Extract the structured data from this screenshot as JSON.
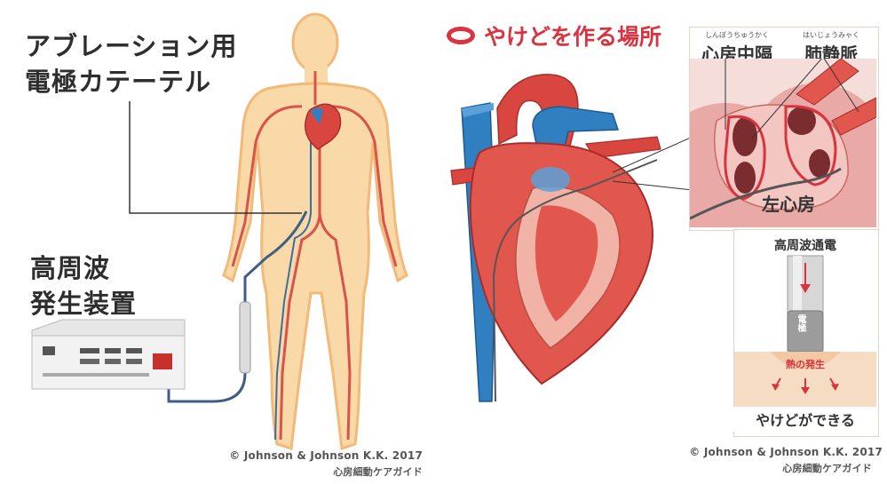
{
  "left": {
    "catheter_label_line1": "アブレーション用",
    "catheter_label_line2": "電極カテーテル",
    "generator_label_line1": "高周波",
    "generator_label_line2": "発生装置",
    "credit_line1": "© Johnson & Johnson K.K. 2017",
    "credit_line2": "心房細動ケアガイド"
  },
  "right": {
    "title": "やけどを作る場所",
    "septum_label": "心房中隔",
    "septum_ruby": "しんぼうちゅうかく",
    "pv_label": "肺静脈",
    "pv_ruby": "はいじょうみゃく",
    "left_atrium_label": "左心房",
    "rf_label": "高周波通電",
    "electrode_label": "電極",
    "heat_label": "熱の発生",
    "burn_label": "やけどができる",
    "credit_line1": "© Johnson & Johnson K.K. 2017",
    "credit_line2": "心房細動ケアガイド"
  },
  "colors": {
    "title_red": "#d8333f",
    "body_fill": "#f9d9a8",
    "vessel_red": "#d9534a",
    "vessel_blue": "#3f6e9c",
    "heart_red": "#d9463f",
    "heart_blue": "#2f7fc1"
  }
}
